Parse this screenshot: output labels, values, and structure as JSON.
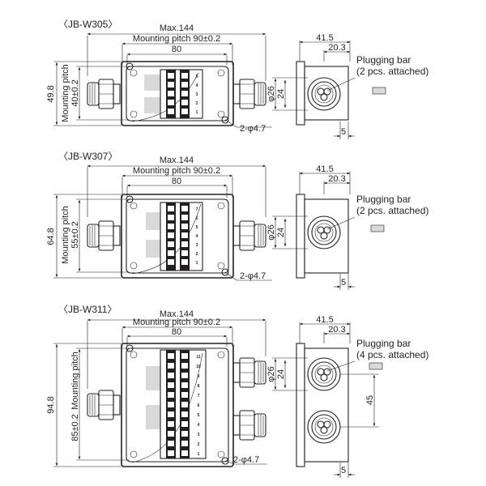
{
  "sections": [
    {
      "model": "〈JB-W305〉",
      "max_width": "Max.144",
      "mounting_pitch_h": "Mounting pitch 90±0.2",
      "inner_width": "80",
      "height": "49.8",
      "mounting_pitch_v_label": "Mounting pitch",
      "mounting_pitch_v_value": "40±0.2",
      "hole": "2-φ4.7",
      "side_depth": "41.5",
      "side_offset": "20.3",
      "side_diameter": "φ26",
      "side_inner": "24",
      "side_bottom": "5",
      "plugging_bar_title": "Plugging bar",
      "plugging_bar_qty": "(2 pcs. attached)",
      "terminal_numbers": [
        "5",
        "4",
        "3",
        "2",
        "1"
      ]
    },
    {
      "model": "〈JB-W307〉",
      "max_width": "Max.144",
      "mounting_pitch_h": "Mounting pitch 90±0.2",
      "inner_width": "80",
      "height": "64.8",
      "mounting_pitch_v_label": "Mounting pitch",
      "mounting_pitch_v_value": "55±0.2",
      "hole": "2-φ4.7",
      "side_depth": "41.5",
      "side_offset": "20.3",
      "side_diameter": "φ26",
      "side_inner": "24",
      "side_bottom": "5",
      "plugging_bar_title": "Plugging bar",
      "plugging_bar_qty": "(2 pcs. attached)",
      "terminal_numbers": [
        "7",
        "6",
        "5",
        "4",
        "3",
        "2",
        "1"
      ]
    },
    {
      "model": "〈JB-W311〉",
      "max_width": "Max.144",
      "mounting_pitch_h": "Mounting pitch 90±0.2",
      "inner_width": "80",
      "height": "94.8",
      "mounting_pitch_v_label": "Mounting pitch",
      "mounting_pitch_v_value": "85±0.2",
      "hole": "2-φ4.7",
      "side_depth": "41.5",
      "side_offset": "20.3",
      "side_diameter": "φ26",
      "side_inner": "24",
      "side_bottom": "5",
      "side_pitch": "45",
      "plugging_bar_title": "Plugging bar",
      "plugging_bar_qty": "(4 pcs. attached)",
      "terminal_numbers": [
        "11",
        "10",
        "9",
        "8",
        "7",
        "6",
        "5",
        "4",
        "3",
        "2",
        "1"
      ]
    }
  ]
}
